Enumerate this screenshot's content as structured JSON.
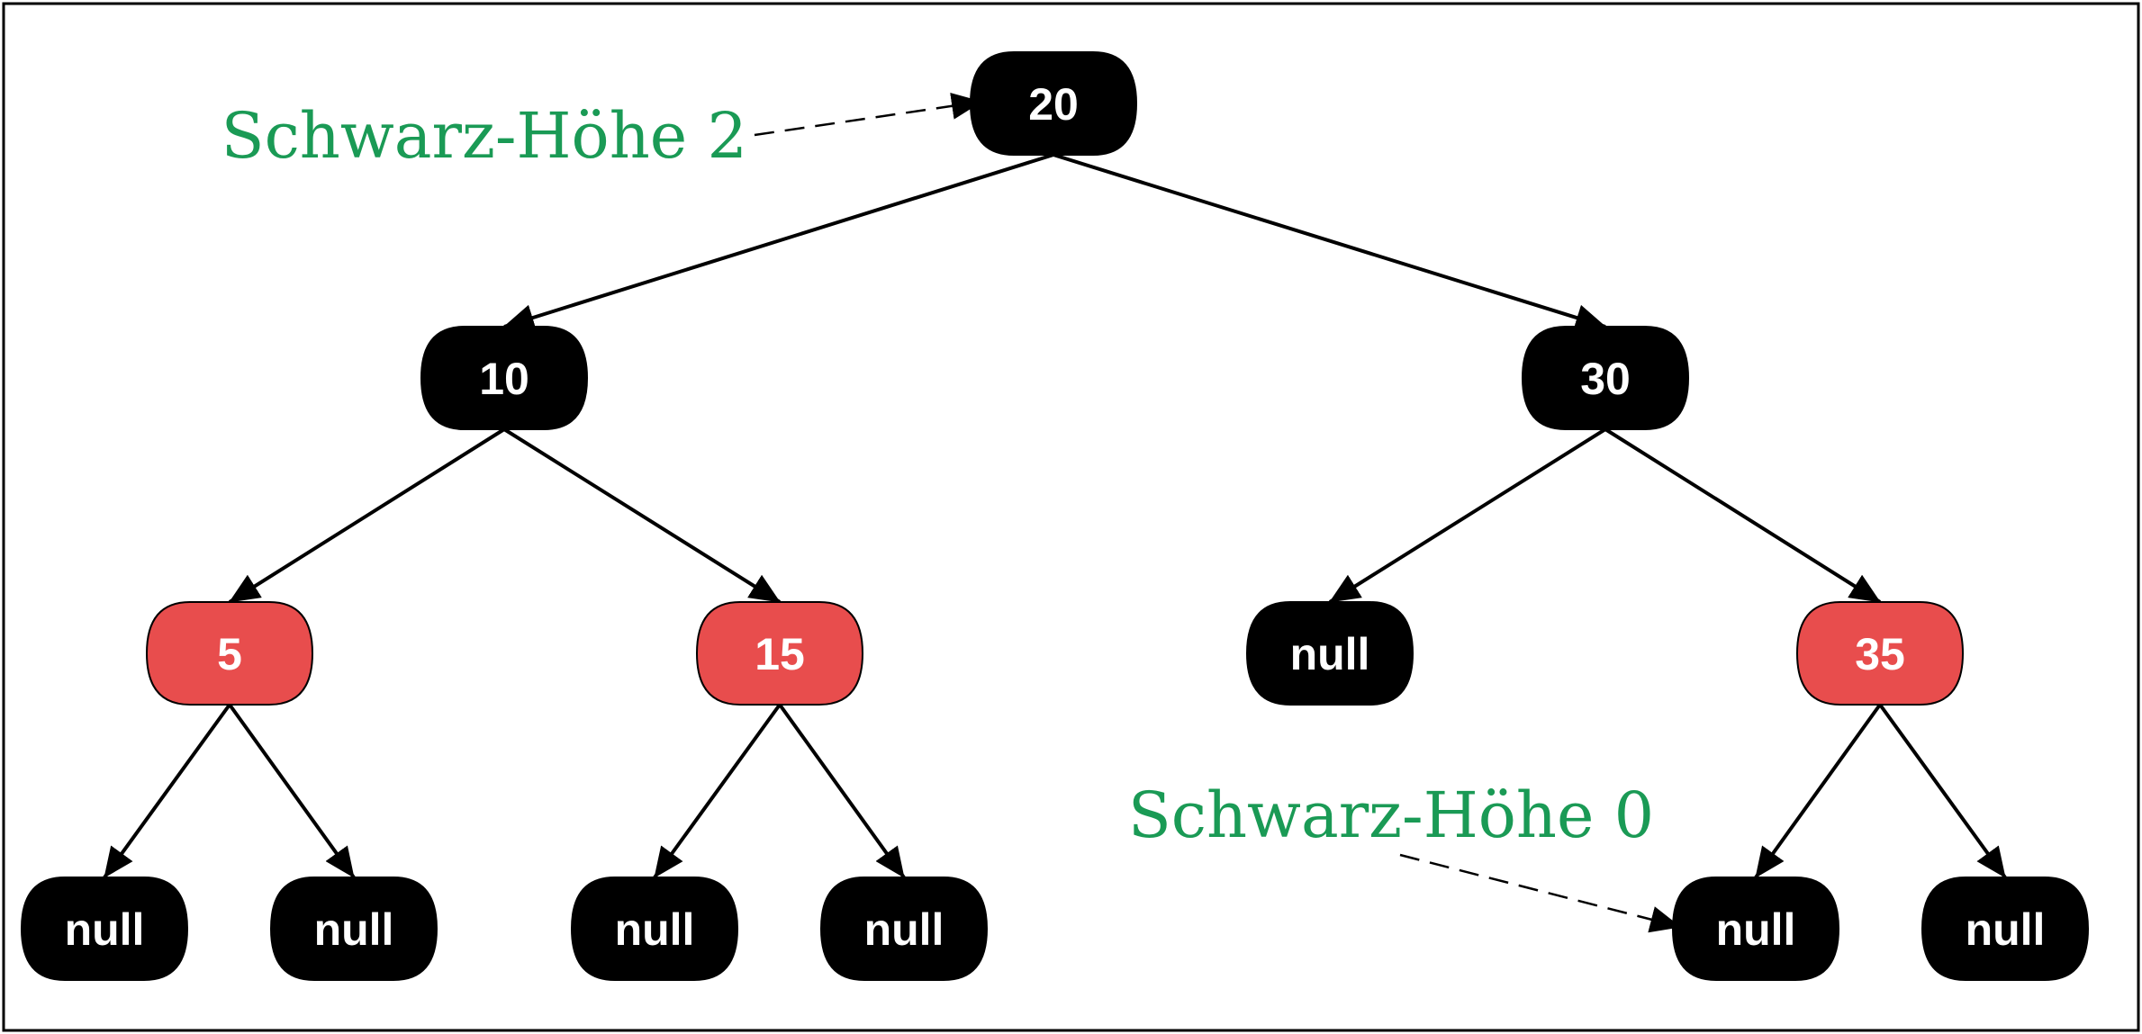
{
  "colors": {
    "black_node": "#000000",
    "red_node": "#e84d4d",
    "node_text": "#ffffff",
    "edge": "#000000",
    "annotation": "#1a9a55",
    "frame": "#000000"
  },
  "tree": {
    "nodes": [
      {
        "id": "n20",
        "label": "20",
        "color": "black"
      },
      {
        "id": "n10",
        "label": "10",
        "color": "black"
      },
      {
        "id": "n30",
        "label": "30",
        "color": "black"
      },
      {
        "id": "n5",
        "label": "5",
        "color": "red"
      },
      {
        "id": "n15",
        "label": "15",
        "color": "red"
      },
      {
        "id": "nnull30l",
        "label": "null",
        "color": "black"
      },
      {
        "id": "n35",
        "label": "35",
        "color": "red"
      },
      {
        "id": "nnull5l",
        "label": "null",
        "color": "black"
      },
      {
        "id": "nnull5r",
        "label": "null",
        "color": "black"
      },
      {
        "id": "nnull15l",
        "label": "null",
        "color": "black"
      },
      {
        "id": "nnull15r",
        "label": "null",
        "color": "black"
      },
      {
        "id": "nnull35l",
        "label": "null",
        "color": "black"
      },
      {
        "id": "nnull35r",
        "label": "null",
        "color": "black"
      }
    ],
    "edges": [
      {
        "from": "n20",
        "to": "n10"
      },
      {
        "from": "n20",
        "to": "n30"
      },
      {
        "from": "n10",
        "to": "n5"
      },
      {
        "from": "n10",
        "to": "n15"
      },
      {
        "from": "n30",
        "to": "nnull30l"
      },
      {
        "from": "n30",
        "to": "n35"
      },
      {
        "from": "n5",
        "to": "nnull5l"
      },
      {
        "from": "n5",
        "to": "nnull5r"
      },
      {
        "from": "n15",
        "to": "nnull15l"
      },
      {
        "from": "n15",
        "to": "nnull15r"
      },
      {
        "from": "n35",
        "to": "nnull35l"
      },
      {
        "from": "n35",
        "to": "nnull35r"
      }
    ]
  },
  "annotations": [
    {
      "id": "black-height-2",
      "text": "Schwarz-Höhe 2",
      "points_to": "n20"
    },
    {
      "id": "black-height-0",
      "text": "Schwarz-Höhe 0",
      "points_to": "nnull35l"
    }
  ]
}
